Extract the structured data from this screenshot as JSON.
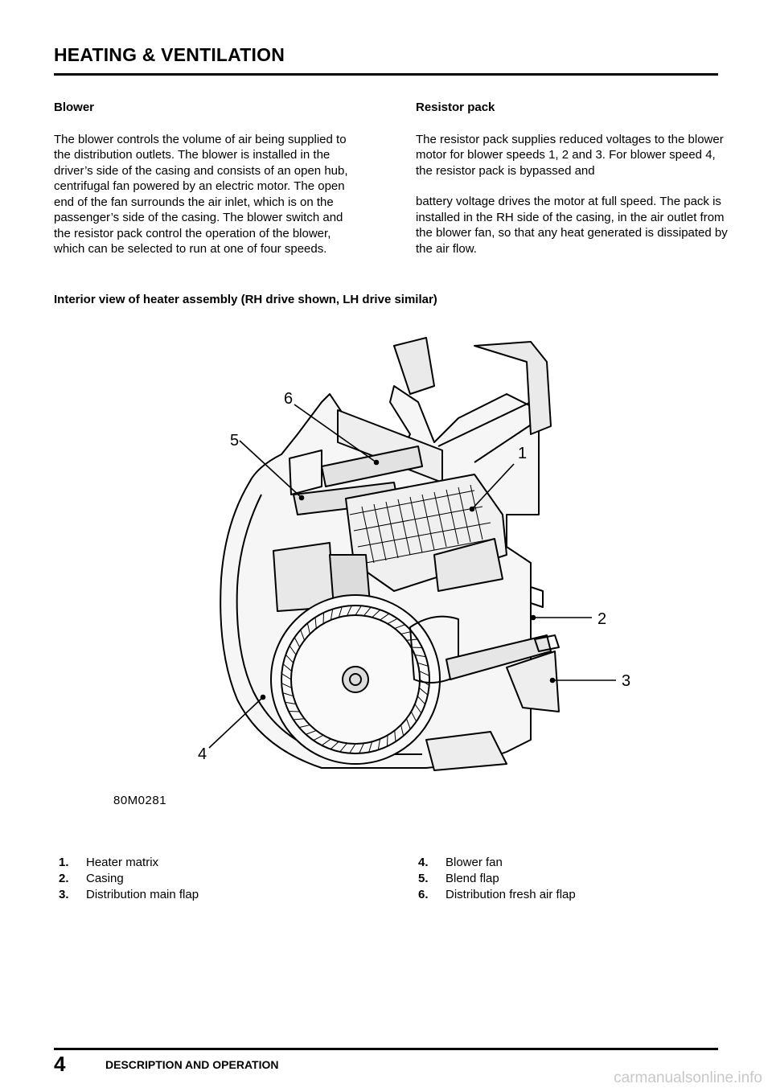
{
  "header": {
    "title": "HEATING & VENTILATION"
  },
  "blower": {
    "heading": "Blower",
    "body": "The blower controls the volume of air being supplied to the distribution outlets. The blower is installed in the driver’s side of the casing and consists of an open hub, centrifugal fan powered by an electric motor. The open end of the fan surrounds the air inlet, which is on the passenger’s side of the casing. The blower switch and the resistor pack control the operation of the blower, which can be selected to run at one of four speeds."
  },
  "resistor": {
    "heading": "Resistor pack",
    "body1": "The resistor pack supplies reduced voltages to the blower motor for blower speeds 1, 2 and 3. For blower speed 4, the resistor pack is bypassed and",
    "body2": "battery voltage drives the motor at full speed. The pack is installed in the RH side of the casing, in the air outlet from the blower fan, so that any heat generated is dissipated by the air flow."
  },
  "figure": {
    "caption": "Interior view of heater assembly (RH drive shown, LH drive similar)",
    "code": "80M0281",
    "callouts": [
      "1",
      "2",
      "3",
      "4",
      "5",
      "6"
    ]
  },
  "legend": {
    "left": [
      {
        "num": "1.",
        "label": "Heater matrix"
      },
      {
        "num": "2.",
        "label": "Casing"
      },
      {
        "num": "3.",
        "label": "Distribution main flap"
      }
    ],
    "right": [
      {
        "num": "4.",
        "label": "Blower fan"
      },
      {
        "num": "5.",
        "label": "Blend flap"
      },
      {
        "num": "6.",
        "label": "Distribution fresh air flap"
      }
    ]
  },
  "footer": {
    "page_number": "4",
    "section": "DESCRIPTION AND OPERATION",
    "watermark": "carmanualsonline.info"
  }
}
